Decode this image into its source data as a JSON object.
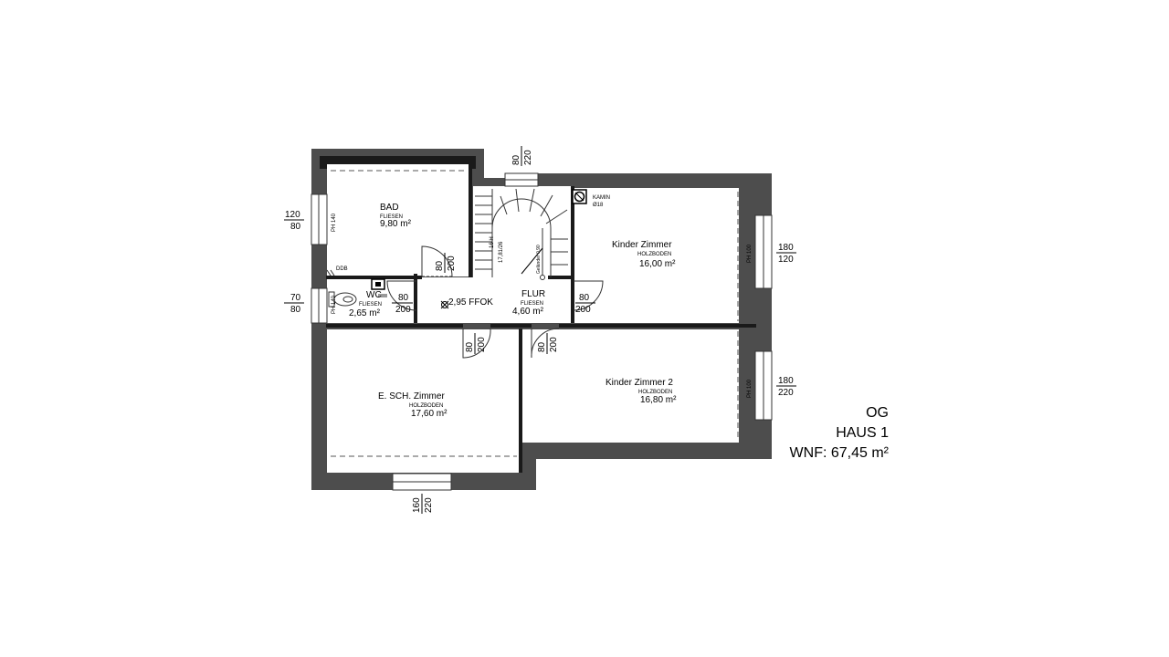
{
  "title": {
    "level": "OG",
    "house": "HAUS 1",
    "area": "WNF: 67,45 m²"
  },
  "rooms": {
    "bad": {
      "name": "BAD",
      "floor": "FLIESEN",
      "area": "9,80 m²"
    },
    "wc": {
      "name": "WC",
      "floor": "FLIESEN",
      "area": "2,65 m²"
    },
    "flur": {
      "name": "FLUR",
      "floor": "FLIESEN",
      "area": "4,60 m²"
    },
    "kinder1": {
      "name": "Kinder Zimmer",
      "floor": "HOLZBODEN",
      "area": "16,00 m²"
    },
    "kinder2": {
      "name": "Kinder Zimmer 2",
      "floor": "HOLZBODEN",
      "area": "16,80 m²"
    },
    "esch": {
      "name": "E. SCH. Zimmer",
      "floor": "HOLZBODEN",
      "area": "17,60 m²"
    }
  },
  "stairs": {
    "steps": "16 H",
    "ratio": "17,81/26",
    "rail": "Geländer 0,90"
  },
  "level_mark": "2,95 FFOK",
  "kamin": {
    "label": "KAMIN",
    "size": "Ø18"
  },
  "ddb": "DDB",
  "windows": {
    "bad": {
      "ph": "PH 140",
      "w": "120",
      "h": "80"
    },
    "wc": {
      "ph": "PH 140",
      "w": "70",
      "h": "80"
    },
    "kinder1": {
      "ph": "PH 100",
      "w": "180",
      "h": "120"
    },
    "kinder2": {
      "ph": "PH 100",
      "w": "180",
      "h": "220"
    },
    "esch": {
      "w": "160",
      "h": "220"
    },
    "stair": {
      "w": "80",
      "h": "220"
    }
  },
  "doors": {
    "bad": {
      "w": "80",
      "h": "200"
    },
    "wc": {
      "w": "80",
      "h": "200"
    },
    "kinder1": {
      "w": "80",
      "h": "200"
    },
    "esch": {
      "w": "80",
      "h": "200"
    },
    "kinder2": {
      "w": "80",
      "h": "200"
    }
  }
}
